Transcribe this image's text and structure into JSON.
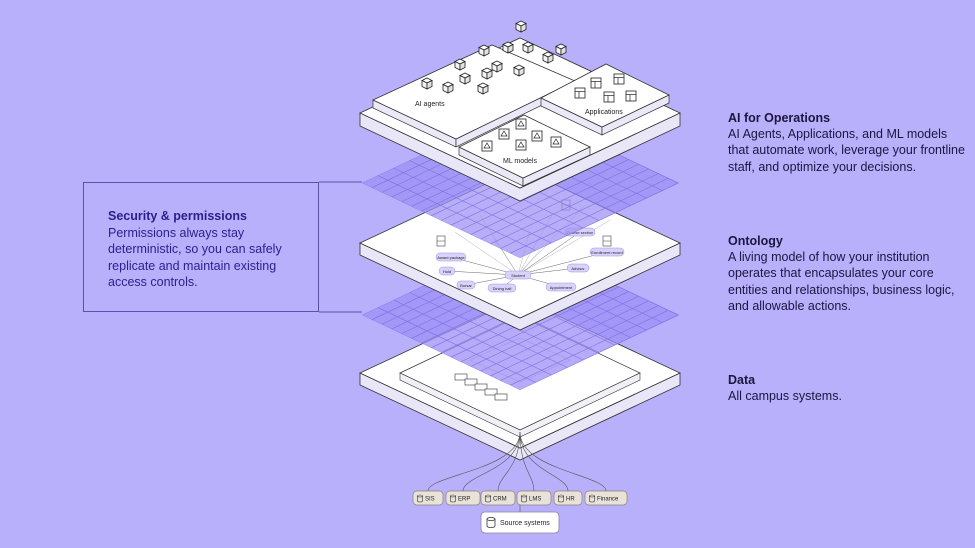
{
  "callout": {
    "title": "Security & permissions",
    "body": "Permissions always stay deterministic, so you can safely replicate and maintain existing access controls."
  },
  "sections": {
    "ai_ops": {
      "title": "AI for Operations",
      "body": "AI Agents, Applications, and ML models that automate work, leverage your frontline staff, and optimize your decisions."
    },
    "ontology": {
      "title": "Ontology",
      "body": "A living model of how your institution operates that encapsulates your core entities and relationships, business logic, and allowable actions."
    },
    "data": {
      "title": "Data",
      "body": "All campus systems."
    }
  },
  "top_layer": {
    "ai_agents_label": "AI agents",
    "applications_label": "Applications",
    "ml_models_label": "ML models"
  },
  "ontology_layer": {
    "nodes": [
      "Student",
      "Award package",
      "Hold",
      "Advisor",
      "Enrollment record",
      "Course section",
      "Dining hall",
      "Appointment",
      "Bursar"
    ]
  },
  "source_systems": {
    "chips": [
      "SIS",
      "ERP",
      "CRM",
      "LMS",
      "HR",
      "Finance"
    ],
    "label": "Source systems"
  },
  "colors": {
    "background": "#b8b0fb",
    "accent": "#2a1f8f",
    "plate": "#ffffff",
    "grid": "#8a7cf0"
  }
}
